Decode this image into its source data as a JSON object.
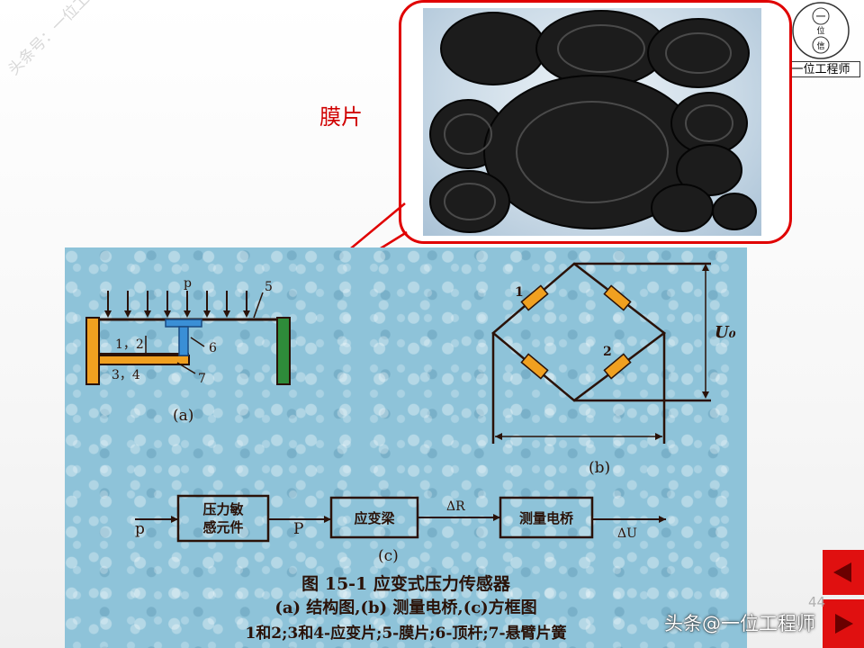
{
  "watermark": {
    "diagonal": "头条号：一位工程师",
    "bottom": "头条@一位工程师"
  },
  "logo": {
    "name": "一位工程师",
    "glyphs": [
      "一",
      "位",
      "信"
    ]
  },
  "callout": {
    "label": "膜片"
  },
  "structure": {
    "force_label": "p",
    "parts": {
      "n5": "5",
      "n6": "6",
      "n7": "7",
      "n12": "1，2",
      "n34": "3，4"
    },
    "sublabel": "(a)"
  },
  "bridge": {
    "n1": "1",
    "n2": "2",
    "output": "U₀",
    "sublabel": "(b)"
  },
  "block": {
    "input": "p",
    "box1_line1": "压力敏",
    "box1_line2": "感元件",
    "mid1": "P",
    "box2": "应变梁",
    "mid2": "ΔR",
    "box3": "测量电桥",
    "output": "ΔU",
    "sublabel": "(c)"
  },
  "caption": {
    "line1": "图 15-1 应变式压力传感器",
    "line2": "(a) 结构图,(b) 测量电桥,(c)方框图",
    "line3": "1和2;3和4-应变片;5-膜片;6-顶杆;7-悬臂片簧"
  },
  "page_number": "44",
  "colors": {
    "accent": "#e00000",
    "ink": "#2a1208",
    "panel": "#8ec3d9",
    "gauge": "#f0a020"
  }
}
